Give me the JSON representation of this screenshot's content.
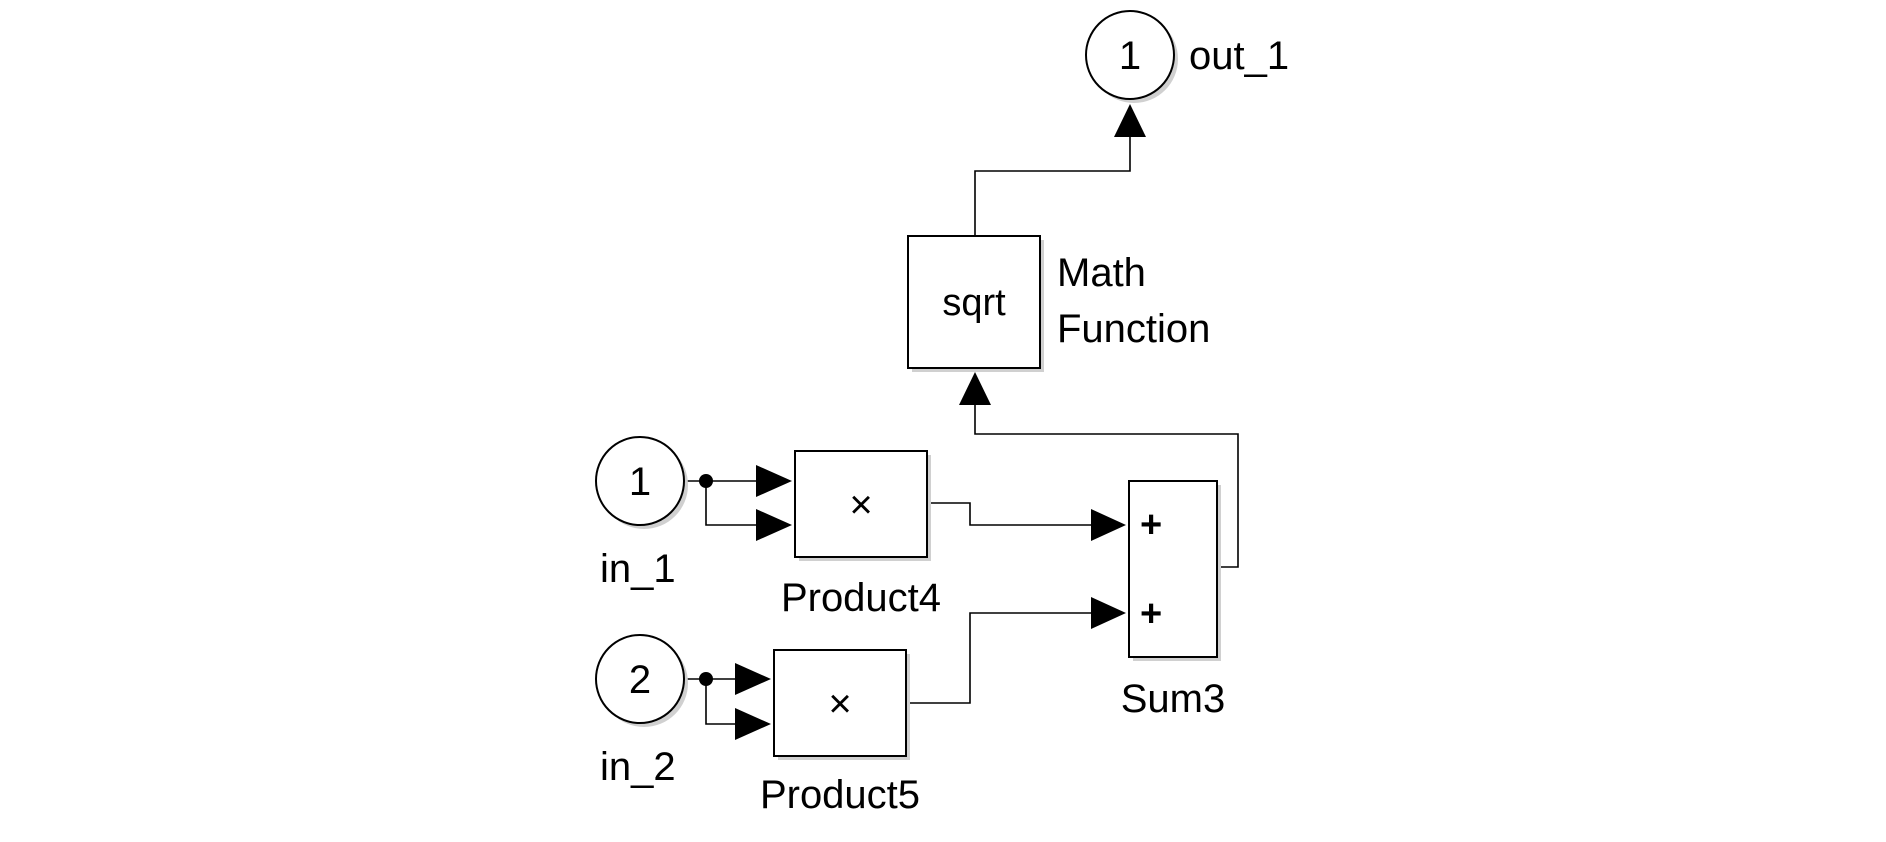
{
  "diagram": {
    "outport": {
      "number": "1",
      "label": "out_1"
    },
    "math_function": {
      "text": "sqrt",
      "label_line1": "Math",
      "label_line2": "Function"
    },
    "inport1": {
      "number": "1",
      "label": "in_1"
    },
    "inport2": {
      "number": "2",
      "label": "in_2"
    },
    "product4": {
      "symbol": "×",
      "label": "Product4"
    },
    "product5": {
      "symbol": "×",
      "label": "Product5"
    },
    "sum3": {
      "sign1": "+",
      "sign2": "+",
      "label": "Sum3"
    }
  }
}
